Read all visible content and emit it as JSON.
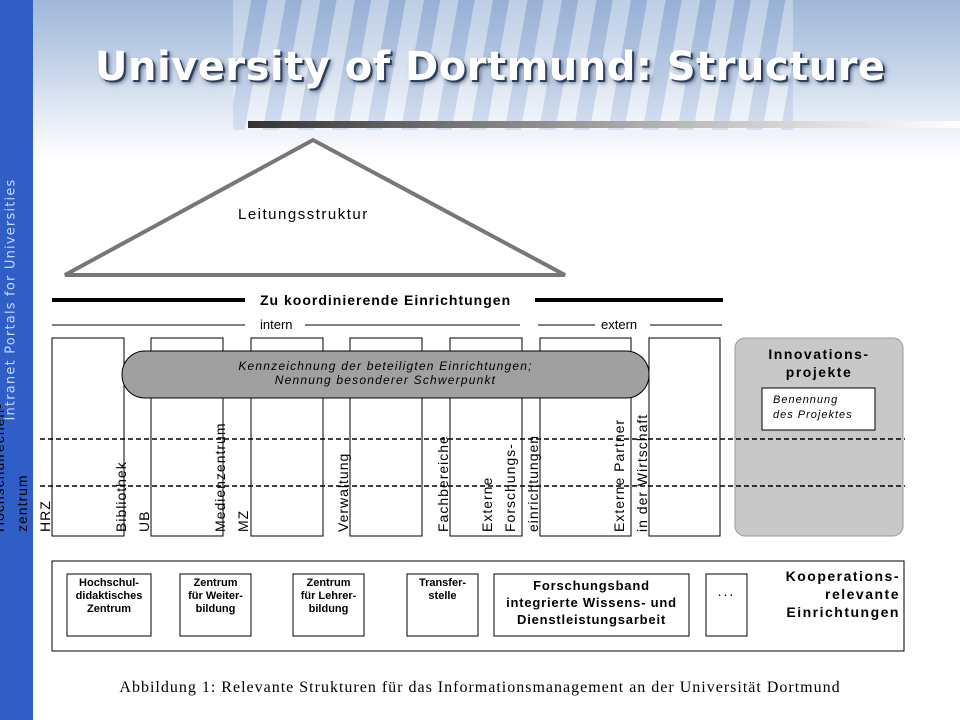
{
  "sidebar": {
    "text": "Intranet Portals for Universities"
  },
  "title": "University of Dortmund: Structure",
  "diagram": {
    "leadership": "Leitungsstruktur",
    "coordinated_header": "Zu koordinierende Einrichtungen",
    "intern": "intern",
    "extern": "extern",
    "oval_line1": "Kennzeichnung der beteiligten Einrichtungen;",
    "oval_line2": "Nennung besonderer Schwerpunkt",
    "columns": [
      "Hochschulrechen-\nzentrum\nHRZ",
      "Bibliothek\nUB",
      "Medienzentrum\nMZ",
      "Verwaltung",
      "Fachbereiche",
      "Externe\nForschungs-\neinrichtungen",
      "Externe Partner\nin der Wirtschaft"
    ],
    "innovation_title": "Innovations-\nprojekte",
    "innovation_box": "Benennung\ndes Projektes",
    "bottom_boxes": [
      "Hochschul-\ndidaktisches\nZentrum",
      "Zentrum\nfür Weiter-\nbildung",
      "Zentrum\nfür Lehrer-\nbildung",
      "Transfer-\nstelle"
    ],
    "research_band": "Forschungsband\nintegrierte Wissens- und\nDienstleistungsarbeit",
    "ellipsis": "...",
    "cooperation": "Kooperations-\nrelevante\nEinrichtungen"
  },
  "caption": "Abbildung 1: Relevante Strukturen für das Informationsmanagement an der Universität Dortmund",
  "colors": {
    "sidebar": "#2e5ec6",
    "oval": "#a0a0a0",
    "innovation_panel": "#c8c8c8"
  }
}
